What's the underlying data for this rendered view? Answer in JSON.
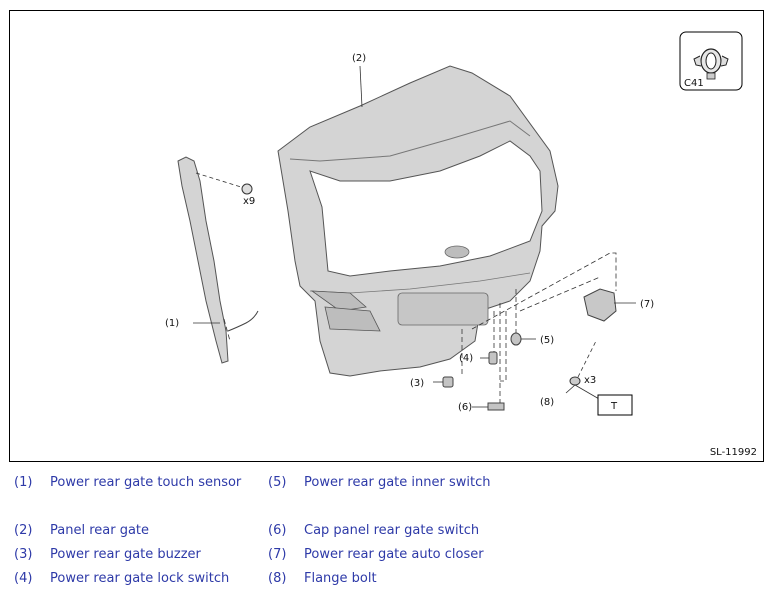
{
  "diagram": {
    "callouts": {
      "c1": "(1)",
      "c2": "(2)",
      "c3": "(3)",
      "c4": "(4)",
      "c5": "(5)",
      "c6": "(6)",
      "c7": "(7)",
      "c8": "(8)"
    },
    "qty_clip": "x9",
    "qty_bolt": "x3",
    "torque_box": "T",
    "icon_label": "C41",
    "ref_code": "SL-11992"
  },
  "legend": {
    "left": [
      {
        "num": "(1)",
        "name": "Power rear gate touch sensor"
      },
      {
        "num": "(2)",
        "name": "Panel rear gate"
      },
      {
        "num": "(3)",
        "name": "Power rear gate buzzer"
      },
      {
        "num": "(4)",
        "name": "Power rear gate lock switch"
      }
    ],
    "right": [
      {
        "num": "(5)",
        "name": "Power rear gate inner switch"
      },
      {
        "num": "(6)",
        "name": "Cap panel rear gate switch"
      },
      {
        "num": "(7)",
        "name": "Power rear gate auto closer"
      },
      {
        "num": "(8)",
        "name": "Flange bolt"
      }
    ]
  },
  "colors": {
    "text_blue": "#2e3aa8",
    "part_fill": "#d4d4d4",
    "part_shade": "#bdbdbd"
  }
}
